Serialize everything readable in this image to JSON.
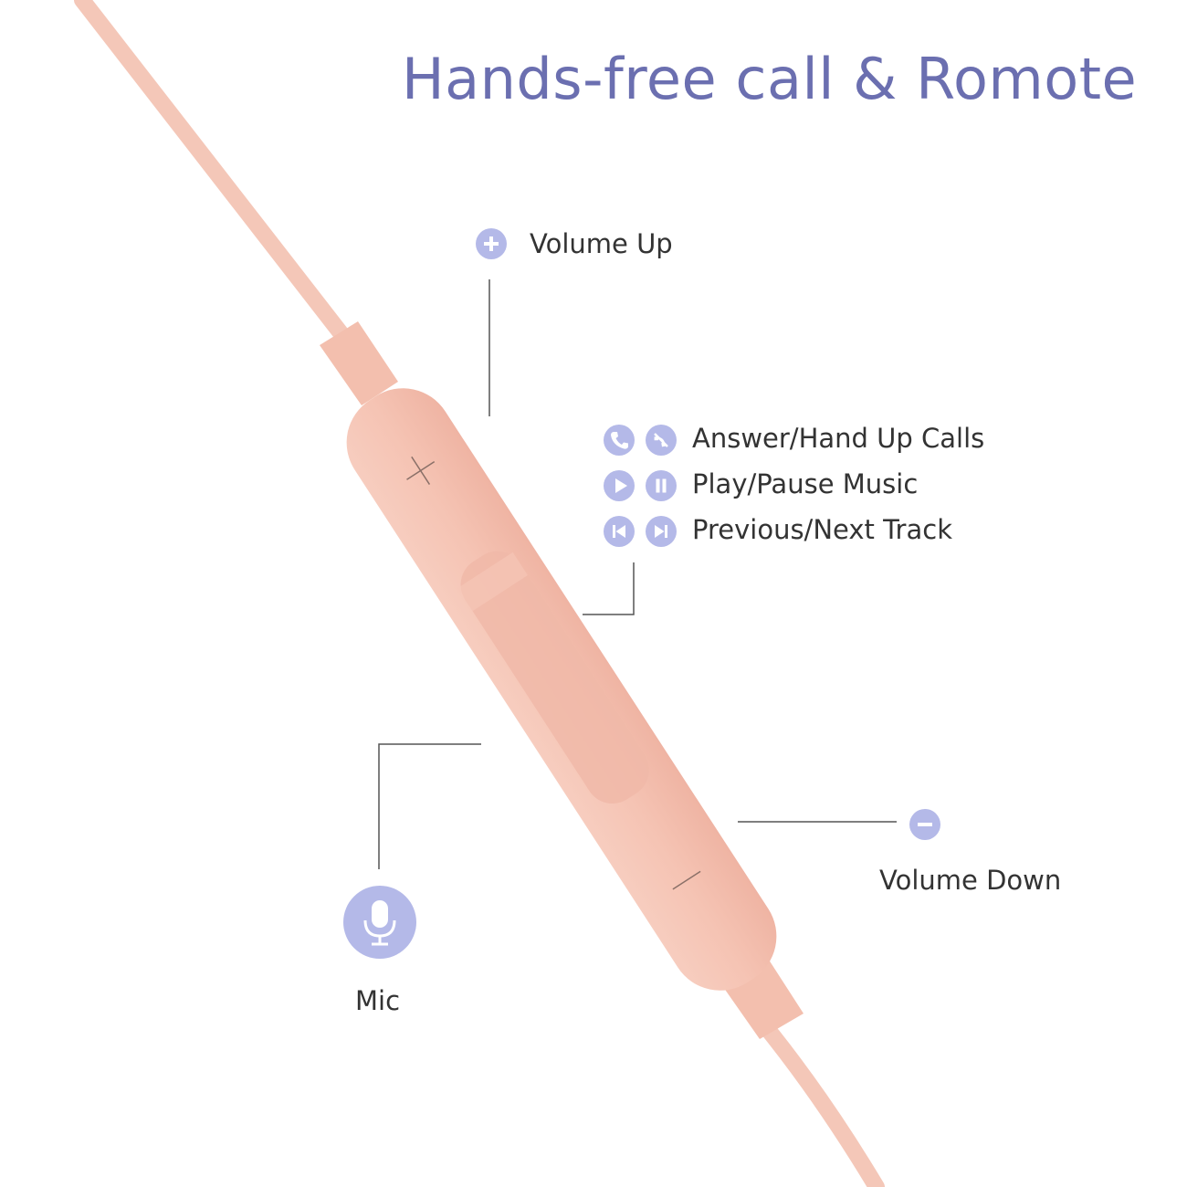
{
  "title": "Hands-free call & Romote",
  "labels": {
    "volume_up": "Volume Up",
    "answer_hang_up": "Answer/Hand Up Calls",
    "play_pause": "Play/Pause Music",
    "prev_next": "Previous/Next Track",
    "volume_down": "Volume Down",
    "mic": "Mic"
  },
  "icons": [
    "plus-icon",
    "phone-icon",
    "hang-up-icon",
    "play-icon",
    "pause-icon",
    "previous-track-icon",
    "next-track-icon",
    "minus-icon",
    "microphone-icon"
  ],
  "colors": {
    "accent": "#6b6fb0",
    "icon_fill": "#b4b9e8",
    "remote_body": "#f5c2b2",
    "cable": "#f4c7b8"
  }
}
